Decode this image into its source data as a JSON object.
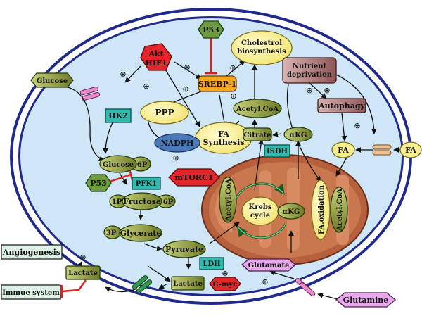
{
  "nodes": {
    "p53_top": "P53",
    "cholesterol": "Cholestrol biosynthesis",
    "akt": "Akt",
    "hif": "HIF1",
    "glucose_out": "Glucose",
    "srebp": "SREBP-1",
    "nutrient": "Nutrient deprivation",
    "hk2": "HK2",
    "ppp": "PPP",
    "acetylcoa_cyto": "Acetyl.CoA",
    "autophagy": "Autophagy",
    "fa_synthesis": "FA Synthesis",
    "nadph": "NADPH",
    "citrate": "Citrate",
    "akg_cyto": "αKG",
    "isdh": "ISDH",
    "fa_in": "FA",
    "fa_out": "FA",
    "glucose_in": "Glucose",
    "g6p": "6P",
    "mtorc1": "mTORC1",
    "p53_mid": "P53",
    "pfk1": "PFK1",
    "fructose": "Fructose",
    "f1p": "1P",
    "f6p": "6P",
    "acetylcoa_mito": "Acetyl.CoA",
    "krebs": "Krebs cycle",
    "akg_mito": "αKG",
    "fa_oxidation": "FA.oxidation",
    "acetylcoa_mito2": "Acetyl.CoA",
    "g3p": "3P",
    "glycerate": "Glycerate",
    "pyruvate": "Pyruvate",
    "angiogenesis": "Angiogenesis",
    "lactate_out": "Lactate",
    "ldh": "LDH",
    "glutamate": "Glutamate",
    "lactate_in": "Lactate",
    "immune": "Immue system",
    "cmyc": "C-myc",
    "glutamine": "Glutamine"
  },
  "signs": [
    "⊕"
  ],
  "colors": {
    "cytoplasm": "#cfe6f6",
    "membrane_dot": "#1f2a8a",
    "yellow": "#f7ef8f",
    "olive": "#8d9a3e",
    "teal": "#2fbcb0",
    "red": "#e3262a",
    "green_hex": "#6c9c3c",
    "blue_ellipse": "#4a78b8",
    "orange": "#f6a623",
    "mito": "#c06a48",
    "violet": "#e8a9ec",
    "mauve": "#a86e6e",
    "inhibit": "#e0211f",
    "transporter_pink": "#e88acb",
    "transporter_green": "#2f9a4a"
  }
}
